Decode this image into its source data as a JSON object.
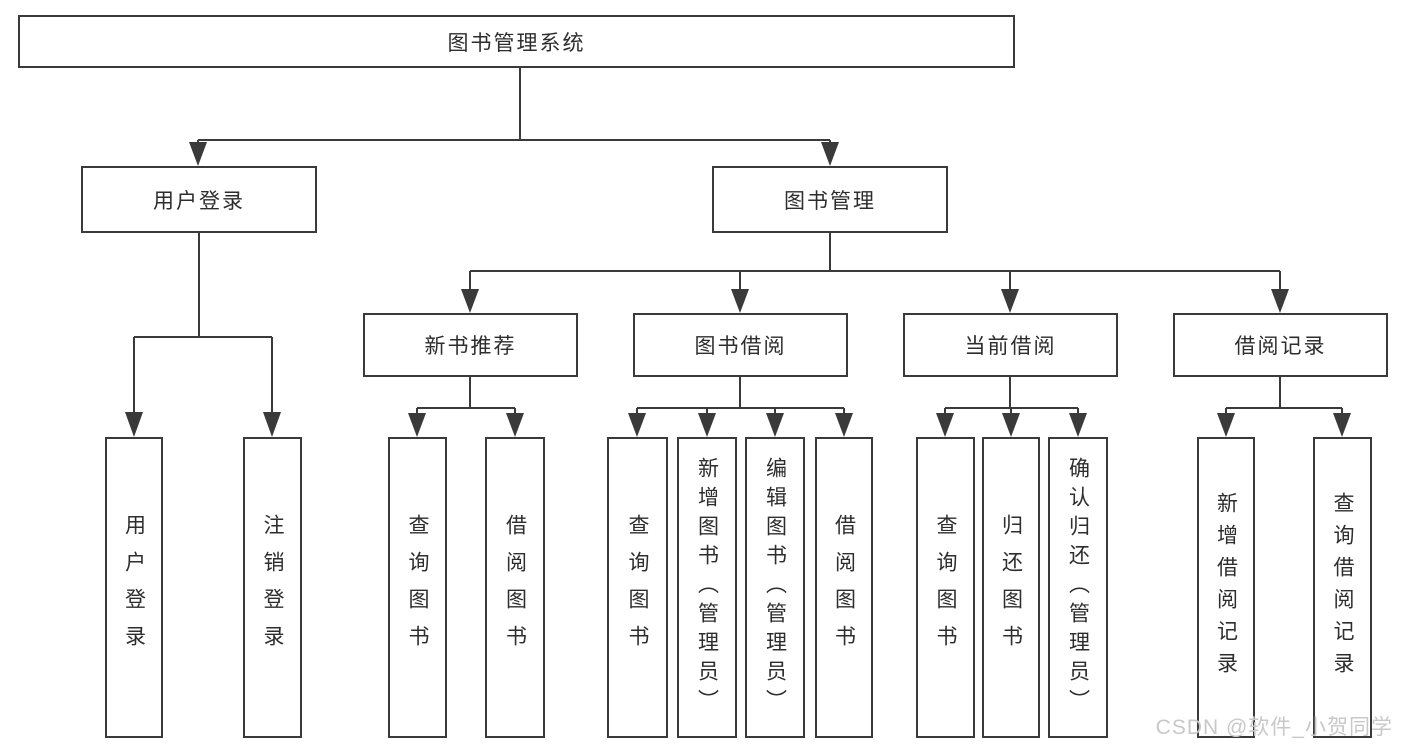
{
  "tree": {
    "label": "图书管理系统",
    "children": [
      {
        "label": "用户登录",
        "children": [
          {
            "label": "用户登录"
          },
          {
            "label": "注销登录"
          }
        ]
      },
      {
        "label": "图书管理",
        "children": [
          {
            "label": "新书推荐",
            "children": [
              {
                "label": "查询图书"
              },
              {
                "label": "借阅图书"
              }
            ]
          },
          {
            "label": "图书借阅",
            "children": [
              {
                "label": "查询图书"
              },
              {
                "label": "新增图书（管理员）"
              },
              {
                "label": "编辑图书（管理员）"
              },
              {
                "label": "借阅图书"
              }
            ]
          },
          {
            "label": "当前借阅",
            "children": [
              {
                "label": "查询图书"
              },
              {
                "label": "归还图书"
              },
              {
                "label": "确认归还（管理员）"
              }
            ]
          },
          {
            "label": "借阅记录",
            "children": [
              {
                "label": "新增借阅记录"
              },
              {
                "label": "查询借阅记录"
              }
            ]
          }
        ]
      }
    ]
  },
  "watermark": {
    "text": "CSDN @软件_小贺同学"
  },
  "colors": {
    "line": "#3a3a3a",
    "text": "#2d2d2d",
    "watermark": "#c8c8c8",
    "background": "#ffffff"
  }
}
